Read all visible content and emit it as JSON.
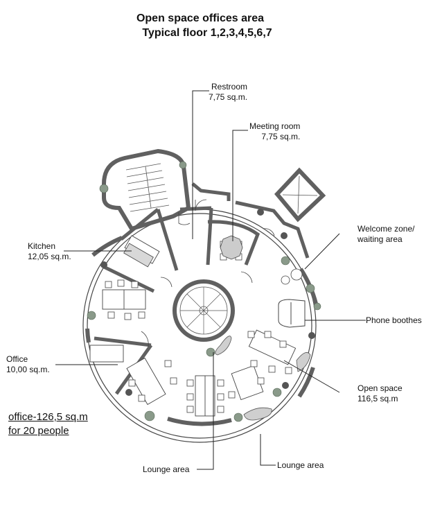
{
  "title": {
    "line1": "Open space offices area",
    "line2": "Typical  floor 1,2,3,4,5,6,7"
  },
  "labels": {
    "restroom": {
      "name": "Restroom",
      "area": "7,75 sq.m."
    },
    "meeting_room": {
      "name": "Meeting room",
      "area": "7,75 sq.m."
    },
    "welcome_zone": {
      "line1": "Welcome zone/",
      "line2": "waiting area"
    },
    "kitchen": {
      "name": "Kitchen",
      "area": "12,05 sq.m."
    },
    "phone_boothes": "Phone boothes",
    "office": {
      "name": "Office",
      "area": "10,00 sq.m."
    },
    "open_space": {
      "name": "Open space",
      "area": "116,5 sq.m"
    },
    "lounge_left": "Lounge area",
    "lounge_right": "Lounge area"
  },
  "summary": {
    "line1": "office-126,5 sq.m",
    "line2": "for 20 people"
  },
  "colors": {
    "wall": "#606060",
    "line": "#222222",
    "plant": "#8a9a8a",
    "furniture": "#444444"
  }
}
